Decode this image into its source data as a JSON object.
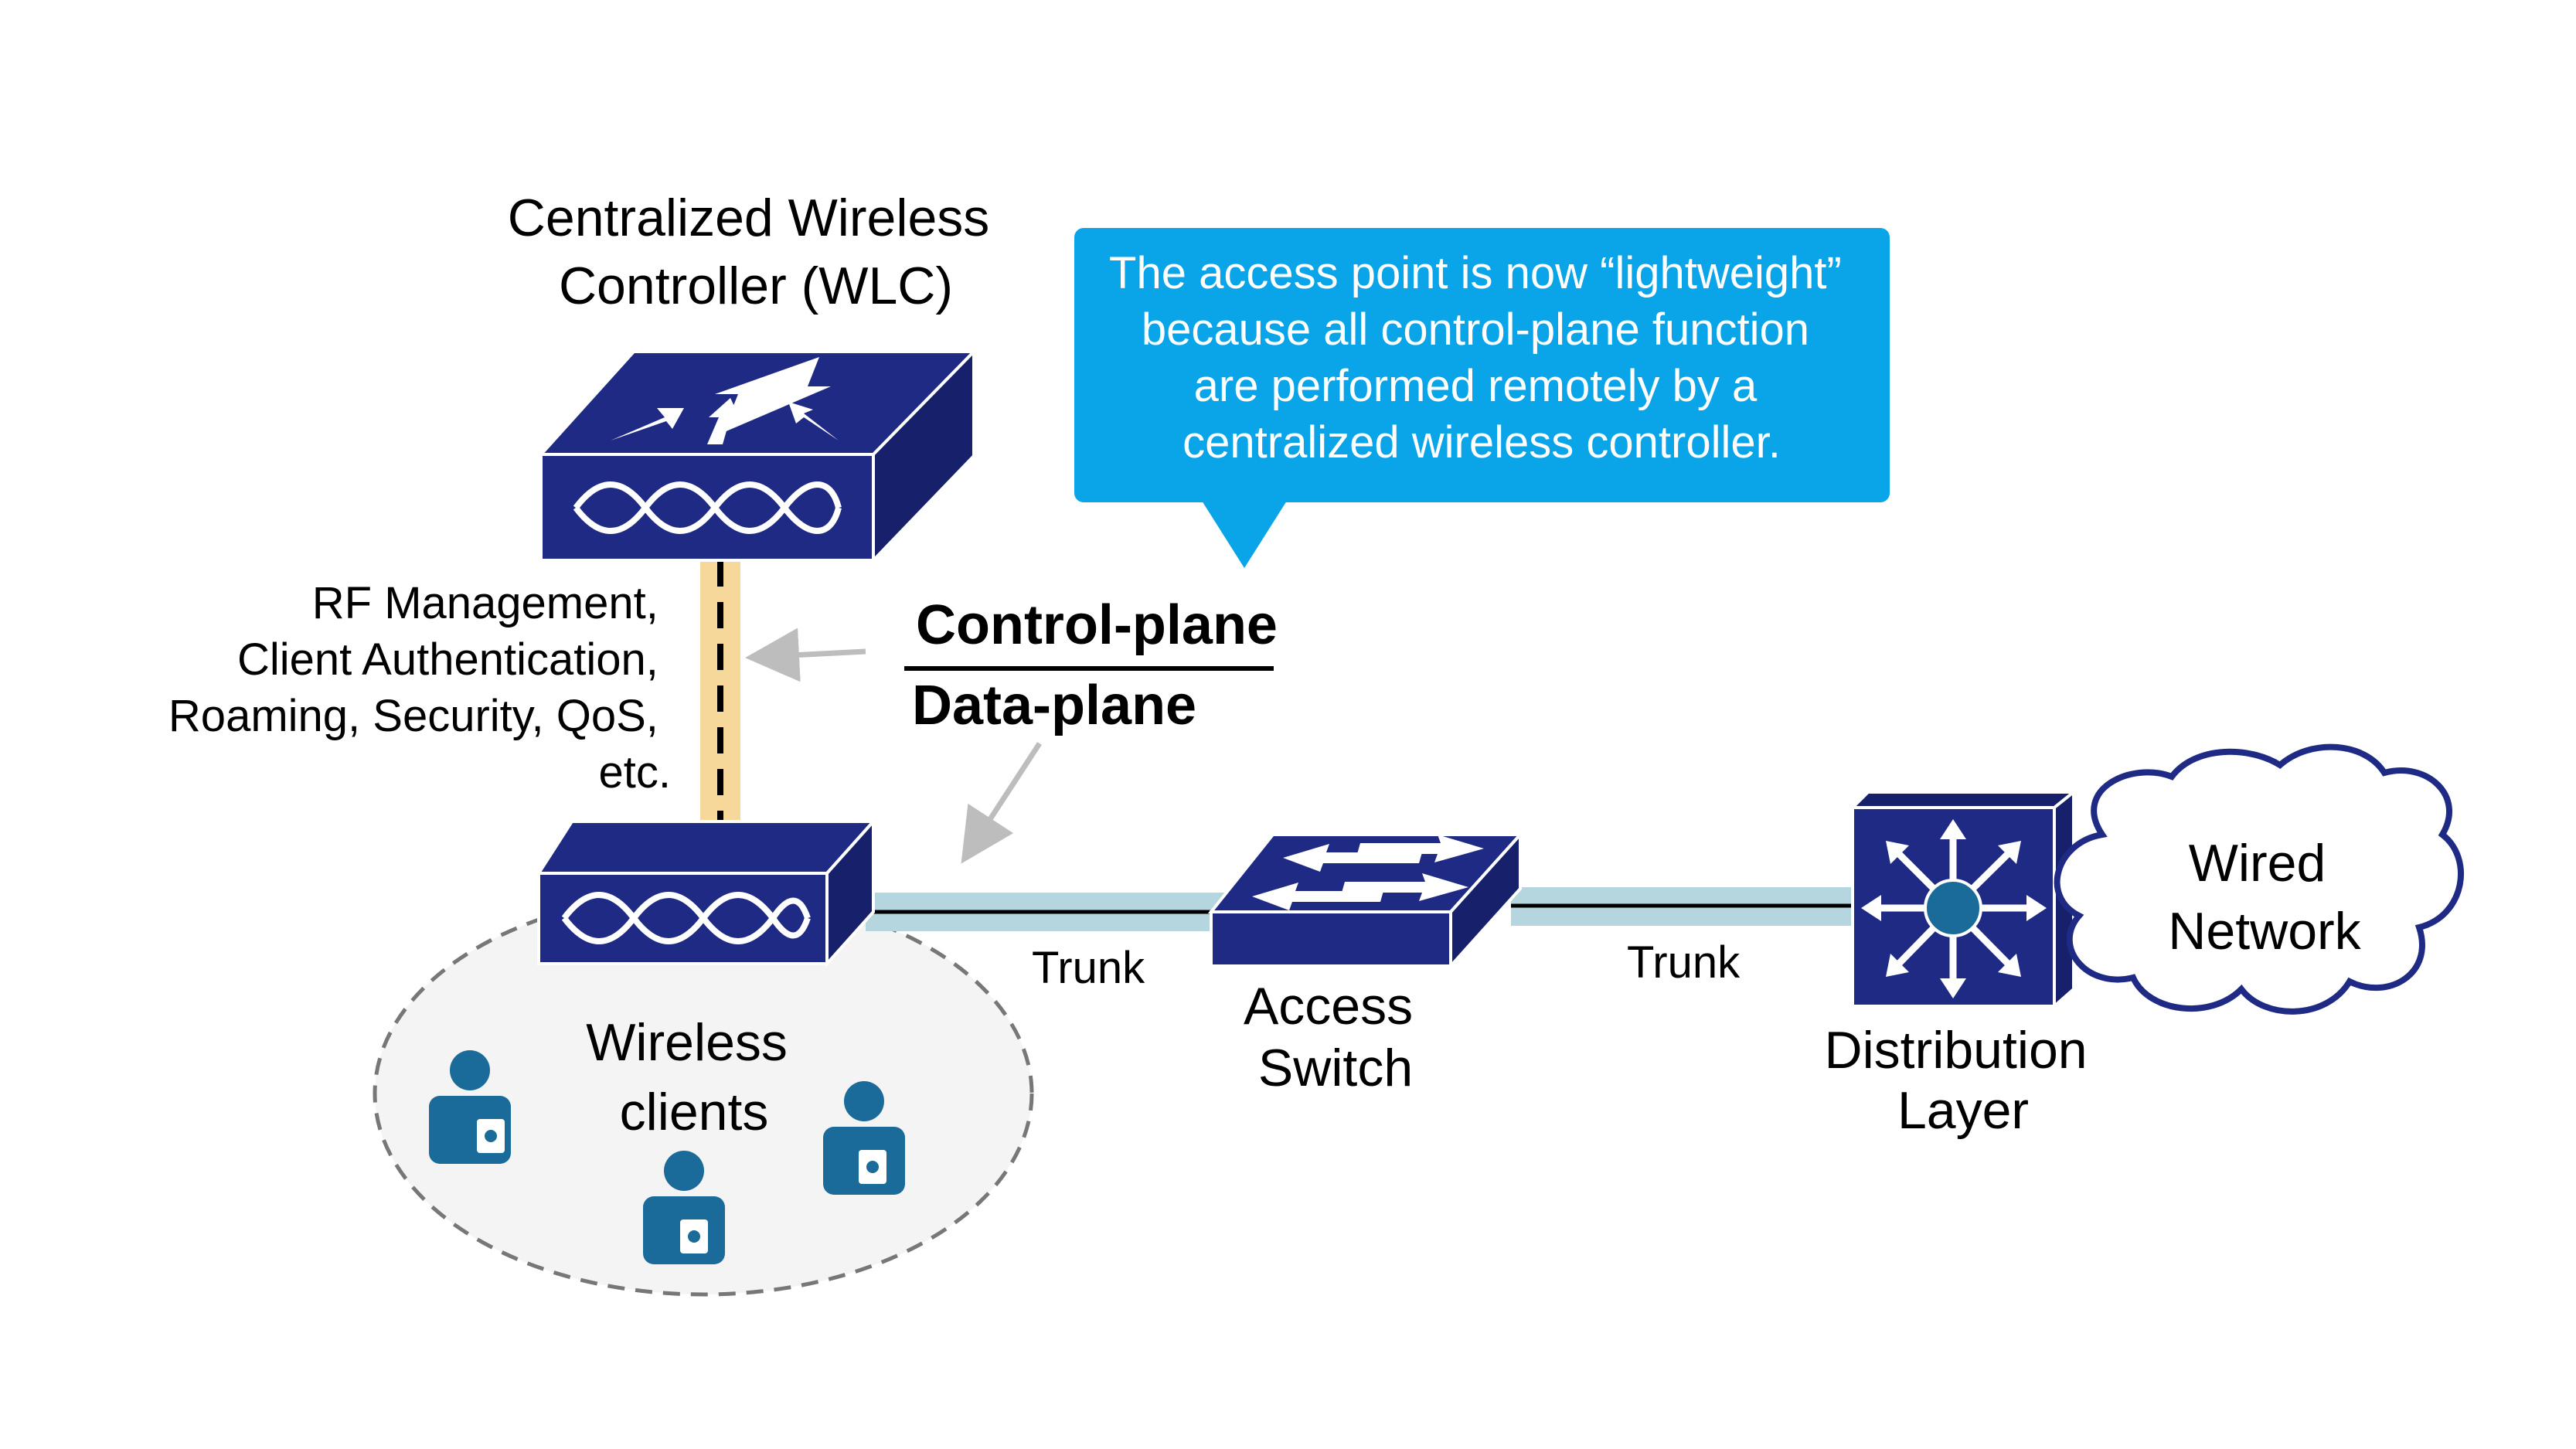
{
  "colors": {
    "device_navy": "#1f2a84",
    "device_side": "#17206a",
    "callout_blue": "#0aa4e8",
    "client_teal": "#1a6b99",
    "control_link": "#f6d99a",
    "data_link": "#b6d6df",
    "client_area": "#f4f4f4",
    "arrow_gray": "#bdbdbd"
  },
  "labels": {
    "wlc_title": [
      "Centralized Wireless",
      "Controller (WLC)"
    ],
    "control_functions": [
      "RF Management,",
      "Client Authentication,",
      "Roaming, Security, QoS,",
      "etc."
    ],
    "control_plane": "Control-plane",
    "data_plane": "Data-plane",
    "wireless_clients": [
      "Wireless",
      "clients"
    ],
    "trunk_left": "Trunk",
    "trunk_right": "Trunk",
    "access_switch": [
      "Access",
      "Switch"
    ],
    "distribution_layer": [
      "Distribution",
      "Layer"
    ],
    "wired_network": [
      "Wired",
      "Network"
    ]
  },
  "callout": {
    "lines": [
      "The access point is now “lightweight”",
      "because all control-plane function",
      "are performed remotely by a",
      "centralized wireless controller."
    ]
  },
  "icons": {
    "wlc": "wireless-controller-icon",
    "ap": "access-point-icon",
    "switch": "access-switch-icon",
    "distribution": "layer3-switch-icon",
    "cloud": "cloud-icon",
    "client": "laptop-user-icon"
  }
}
